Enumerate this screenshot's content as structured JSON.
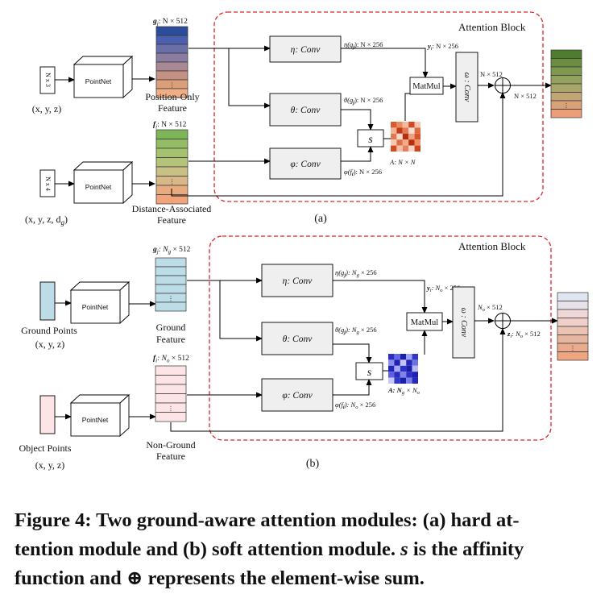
{
  "panel_a": {
    "label": "(a)",
    "attention_block_title": "Attention Block",
    "input_top_text": "N x 3",
    "input_top_coords": "(x, y, z)",
    "input_bottom_text": "N x 4",
    "input_bottom_coords": "(x, y, z, d",
    "input_bottom_coords_sub": "g",
    "input_bottom_coords_close": ")",
    "pointnet_label": "PointNet",
    "g_dim": "g",
    "g_dim_sub": "j",
    "g_dim_rest": ": N × 512",
    "f_dim": "f",
    "f_dim_sub": "i",
    "f_dim_rest": ": N × 512",
    "feature_top_label_1": "Position-Only",
    "feature_top_label_2": "Feature",
    "feature_bottom_label_1": "Distance-Associated",
    "feature_bottom_label_2": "Feature",
    "eta_conv": "η: Conv",
    "theta_conv": "θ: Conv",
    "phi_conv": "φ: Conv",
    "eta_out": "η(g",
    "eta_out_sub": "j",
    "eta_out_rest": "): N × 256",
    "theta_out": "θ(g",
    "theta_out_sub": "j",
    "theta_out_rest": "): N × 256",
    "phi_out": "φ(f",
    "phi_out_sub": "i",
    "phi_out_rest": "): N × 256",
    "s_label": "s",
    "matmul_label": "MatMul",
    "y_dim": "y",
    "y_dim_sub": "i",
    "y_dim_rest": ": N × 256",
    "a_dim": "A: N × N",
    "omega_conv": "ω : Conv",
    "sum_top_dim": "N × 512",
    "sum_out_dim": "N × 512"
  },
  "panel_b": {
    "label": "(b)",
    "attention_block_title": "Attention Block",
    "ground_points_label": "Ground Points",
    "ground_points_coords": "(x, y, z)",
    "object_points_label": "Object Points",
    "object_points_coords": "(x, y, z)",
    "pointnet_label": "PointNet",
    "g_dim": "g",
    "g_dim_sub": "j",
    "g_dim_rest": ": N",
    "g_dim_rest_sub": "g",
    "g_dim_tail": " × 512",
    "f_dim": "f",
    "f_dim_sub": "i",
    "f_dim_rest": ": N",
    "f_dim_rest_sub": "o",
    "f_dim_tail": " × 512",
    "ground_feature_1": "Ground",
    "ground_feature_2": "Feature",
    "nonground_feature_1": "Non-Ground",
    "nonground_feature_2": "Feature",
    "eta_conv": "η: Conv",
    "theta_conv": "θ: Conv",
    "phi_conv": "φ: Conv",
    "eta_out": "η(g",
    "eta_out_sub": "j",
    "eta_out_rest": "): N",
    "eta_out_rest_sub": "g",
    "eta_out_tail": " × 256",
    "theta_out": "θ(g",
    "theta_out_sub": "j",
    "theta_out_rest": "): N",
    "theta_out_rest_sub": "g",
    "theta_out_tail": " × 256",
    "phi_out": "φ(f",
    "phi_out_sub": "i",
    "phi_out_rest": "): N",
    "phi_out_rest_sub": "o",
    "phi_out_tail": " × 256",
    "s_label": "s",
    "matmul_label": "MatMul",
    "y_dim": "y",
    "y_dim_sub": "i",
    "y_dim_rest": ": N",
    "y_dim_rest_sub": "o",
    "y_dim_tail": " × 256",
    "a_dim": "A: N",
    "a_dim_sub1": "g",
    "a_dim_mid": " × N",
    "a_dim_sub2": "o",
    "omega_conv": "ω : Conv",
    "sum_top_dim": "N",
    "sum_top_dim_sub": "o",
    "sum_top_dim_tail": " × 512",
    "z_dim": "z",
    "z_dim_sub": "i",
    "z_dim_rest": ": N",
    "z_dim_rest_sub": "o",
    "z_dim_tail": " × 512"
  },
  "caption": {
    "line1": "Figure 4: Two ground-aware attention modules: (a) hard at-",
    "line2_a": "tention module and (b) soft attention module.",
    "line2_s": "s",
    "line2_b": " is the affinity",
    "line3": "function and ⊕ represents the element-wise sum."
  },
  "colors": {
    "dashed_border": "#d9262b",
    "box_fill": "#efefef",
    "position_only_gradient": [
      "#2b4e9c",
      "#4a5fae",
      "#6b6fa9",
      "#8a7d9f",
      "#a98896",
      "#c49284",
      "#dba07a",
      "#efae85"
    ],
    "distance_gradient": [
      "#7fb559",
      "#93bc64",
      "#a4c16e",
      "#b5c27a",
      "#c8c085",
      "#d9b888",
      "#e8ab80",
      "#efa47c"
    ],
    "output_a_gradient": [
      "#4f7d2f",
      "#6a8d3f",
      "#7f984e",
      "#94a15f",
      "#a9a66c",
      "#c2a575",
      "#d9a178",
      "#eb9f78"
    ],
    "ground_feature": "#bcdde7",
    "nonground_feature": "#fde4e6",
    "output_b_gradient": [
      "#dfe6f1",
      "#e7e1ea",
      "#efd7d8",
      "#efcfc7",
      "#ecc2b2",
      "#e7b6a0",
      "#e9ab8e",
      "#efa57f"
    ]
  },
  "affinity_a": [
    [
      "#d95b33",
      "#e98a63",
      "#f3b99d",
      "#d24a24",
      "#f5c5ad"
    ],
    [
      "#f3b394",
      "#c33a13",
      "#e57952",
      "#f9ddd0",
      "#de6a40"
    ],
    [
      "#e47852",
      "#f9d9cb",
      "#b1300d",
      "#ef9f7b",
      "#d8552c"
    ],
    [
      "#f6c9b4",
      "#e06e45",
      "#f2aa88",
      "#b82e0a",
      "#eb9069"
    ],
    [
      "#d24b25",
      "#f5c0a5",
      "#e5825d",
      "#f9d4c4",
      "#cb4420"
    ]
  ],
  "affinity_b": [
    [
      "#2a2ec4",
      "#6568e0",
      "#1b1fb0",
      "#9ea2f0",
      "#3337c8"
    ],
    [
      "#8b8eec",
      "#1e22b6",
      "#c3c5f6",
      "#2528bd",
      "#6f72e3"
    ],
    [
      "#2226b8",
      "#a7aaf2",
      "#2e32c6",
      "#1a1da8",
      "#b5b8f3"
    ],
    [
      "#5e61dc",
      "#2a2dbf",
      "#8083e8",
      "#2c30c4",
      "#1d21b2"
    ],
    [
      "#c7c9f7",
      "#3438c9",
      "#1c1fad",
      "#7b7ee6",
      "#2629ba"
    ]
  ]
}
